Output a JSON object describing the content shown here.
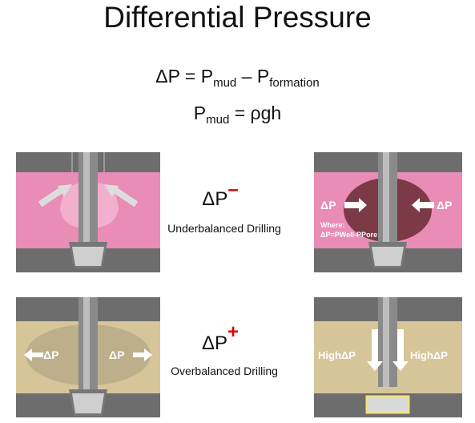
{
  "title": "Differential Pressure",
  "equation1": {
    "lhs": "ΔP = P",
    "sub1": "mud",
    "mid": " – P",
    "sub2": "formation"
  },
  "equation2": {
    "lhs": "P",
    "sub1": "mud",
    "rhs": " = ρgh"
  },
  "underbalanced": {
    "symbol": "ΔP",
    "sign": "–",
    "caption": "Underbalanced Drilling",
    "right_label_left": "ΔP",
    "right_label_right": "ΔP",
    "where_line1": "Where:",
    "where_line2": "ΔP=PWell-PPore"
  },
  "overbalanced": {
    "symbol": "ΔP",
    "sign": "+",
    "caption": "Overbalanced Drilling",
    "left_label_left": "ΔP",
    "left_label_right": "ΔP",
    "right_label_left": "HighΔP",
    "right_label_right": "HighΔP"
  },
  "colors": {
    "pink": "#e98cb6",
    "tan": "#d7c59a",
    "gray": "#707070",
    "pipe": "#8a8a8a"
  }
}
